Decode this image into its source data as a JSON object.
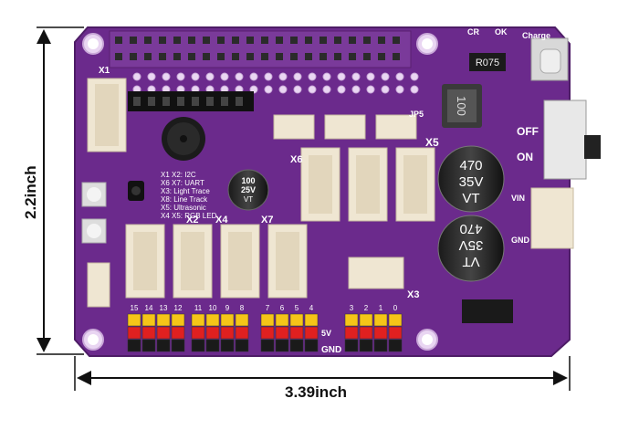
{
  "dimensions": {
    "width_label": "3.39inch",
    "height_label": "2.2inch"
  },
  "board": {
    "color": "#6b2a8c",
    "silk": {
      "charge": "Charge",
      "off": "OFF",
      "on": "ON",
      "vin": "VIN",
      "gnd": "GND",
      "x1": "X1",
      "x3": "X3",
      "x5": "X5",
      "x6": "X6",
      "x7": "X7",
      "x2": "X2",
      "x4": "X4",
      "resistor": "R075",
      "inductor": "100",
      "jp5": "JP5",
      "ok": "OK",
      "cr": "CR",
      "legend": [
        "X1 X2: I2C",
        "X6 X7: UART",
        "X3: Light Trace",
        "X8: Line Track",
        "X5: Ultrasonic",
        "X4 X5: RGB LED"
      ],
      "pin_groups": [
        [
          "15",
          "14",
          "13",
          "12"
        ],
        [
          "11",
          "10",
          "9",
          "8"
        ],
        [
          "7",
          "6",
          "5",
          "4"
        ],
        [
          "3",
          "2",
          "1",
          "0"
        ]
      ],
      "header_side": [
        "GND",
        "5V"
      ]
    },
    "cap_small": [
      "100",
      "25V",
      "VT"
    ],
    "cap_top": [
      "470",
      "35V",
      "VT"
    ],
    "cap_bottom": [
      "VT",
      "35V",
      "470"
    ]
  }
}
